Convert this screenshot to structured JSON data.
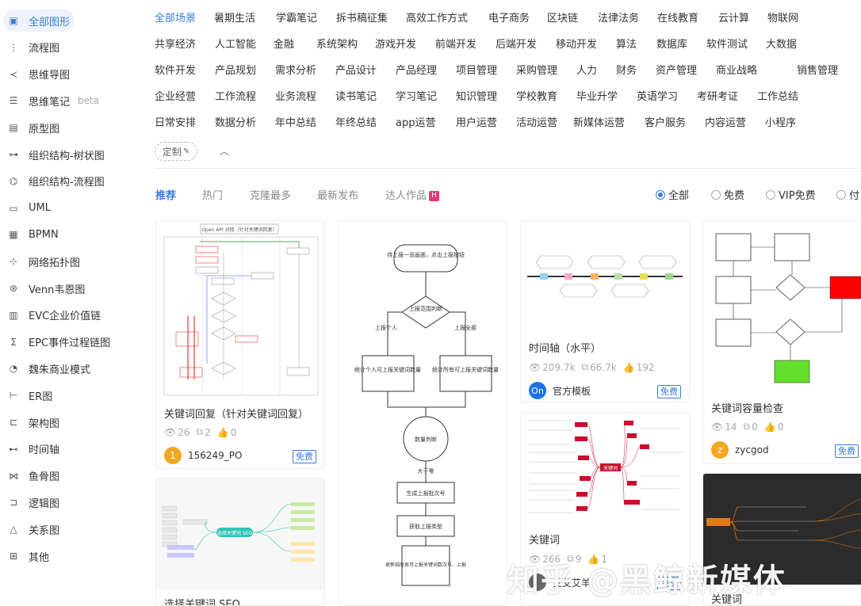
{
  "sidebar": {
    "items": [
      {
        "label": "全部图形",
        "icon": "template-icon",
        "active": true
      },
      {
        "label": "流程图",
        "icon": "flowchart-icon"
      },
      {
        "label": "思维导图",
        "icon": "mindmap-icon"
      },
      {
        "label": "思维笔记",
        "icon": "list-icon",
        "badge": "beta"
      },
      {
        "label": "原型图",
        "icon": "prototype-icon"
      },
      {
        "label": "组织结构-树状图",
        "icon": "org-tree-icon"
      },
      {
        "label": "组织结构-流程图",
        "icon": "org-flow-icon"
      },
      {
        "label": "UML",
        "icon": "uml-icon"
      },
      {
        "label": "BPMN",
        "icon": "bpmn-icon"
      },
      {
        "label": "网络拓扑图",
        "icon": "network-icon"
      },
      {
        "label": "Venn韦恩图",
        "icon": "venn-icon"
      },
      {
        "label": "EVC企业价值链",
        "icon": "evc-icon"
      },
      {
        "label": "EPC事件过程链图",
        "icon": "epc-icon"
      },
      {
        "label": "魏朱商业模式",
        "icon": "pie-icon"
      },
      {
        "label": "ER图",
        "icon": "er-icon"
      },
      {
        "label": "架构图",
        "icon": "architecture-icon"
      },
      {
        "label": "时间轴",
        "icon": "timeline-icon"
      },
      {
        "label": "鱼骨图",
        "icon": "fishbone-icon"
      },
      {
        "label": "逻辑图",
        "icon": "logic-icon"
      },
      {
        "label": "关系图",
        "icon": "relation-icon"
      },
      {
        "label": "其他",
        "icon": "grid-icon"
      }
    ]
  },
  "tags": {
    "rows": [
      [
        "全部场景",
        "暑期生活",
        "学霸笔记",
        "拆书稿征集",
        "高效工作方式",
        "电子商务",
        "区块链",
        "法律法务",
        "在线教育",
        "云计算",
        "物联网"
      ],
      [
        "共享经济",
        "人工智能",
        "金融",
        "系统架构",
        "游戏开发",
        "前端开发",
        "后端开发",
        "移动开发",
        "算法",
        "数据库",
        "软件测试",
        "大数据"
      ],
      [
        "软件开发",
        "产品规划",
        "需求分析",
        "产品设计",
        "产品经理",
        "项目管理",
        "采购管理",
        "人力",
        "财务",
        "资产管理",
        "商业战略",
        "销售管理"
      ],
      [
        "企业经营",
        "工作流程",
        "业务流程",
        "读书笔记",
        "学习笔记",
        "知识管理",
        "学校教育",
        "毕业升学",
        "英语学习",
        "考研考证",
        "工作总结"
      ],
      [
        "日常安排",
        "数据分析",
        "年中总结",
        "年终总结",
        "app运营",
        "用户运营",
        "活动运营",
        "新媒体运营",
        "客户服务",
        "内容运营",
        "小程序"
      ]
    ],
    "custom_label": "定制"
  },
  "sort_tabs": [
    "推荐",
    "热门",
    "克隆最多",
    "最新发布",
    "达人作品"
  ],
  "hot_badge": "H",
  "filters": [
    "全部",
    "免费",
    "VIP免费",
    "付"
  ],
  "cards": [
    {
      "title": "关键词回复（针对关键词回复）",
      "views": "26",
      "clones": "2",
      "likes": "0",
      "author": "156249_PO",
      "avatar_letter": "1",
      "avatar_color": "#f5a623",
      "badge": "免费",
      "thumb_title": "Open API 对接（针对关键词回复）"
    },
    {
      "title": "选择关键词 SEO",
      "thumb_center": "选择关键词 SEO"
    },
    {
      "thumb_nodes": [
        "待上报一览画面，点击上报按钮",
        "上报范围判断",
        "上报个人",
        "上报全部",
        "统计个人可上报关键词数量",
        "统计所有可上报关键词数量",
        "数量判断",
        "大于零",
        "生成上报批次号",
        "获取上报类型",
        "更新临时表可上报关键词数次号、上报"
      ]
    },
    {
      "title": "时间轴（水平）",
      "views": "209.7k",
      "clones": "66.7k",
      "likes": "192",
      "author": "官方模板",
      "avatar_letter": "On",
      "avatar_color": "#1a73e8",
      "badge": "免费"
    },
    {
      "title": "关键词",
      "views": "266",
      "clones": "9",
      "likes": "1",
      "author": "艾艾艾羊",
      "avatar_letter": "",
      "avatar_color": "#666666",
      "badge": "免费",
      "thumb_center": "关键词"
    },
    {
      "title": "关键词容量检查",
      "views": "14",
      "clones": "0",
      "likes": "0",
      "author": "zycgod",
      "avatar_letter": "z",
      "avatar_color": "#f5a623",
      "badge": "免费"
    },
    {
      "title": "关键词"
    }
  ],
  "watermark": "知乎 @黑鲸新媒体",
  "colors": {
    "accent": "#3a7bd5",
    "hot": "#e03c74",
    "warm": "#f5a623"
  }
}
